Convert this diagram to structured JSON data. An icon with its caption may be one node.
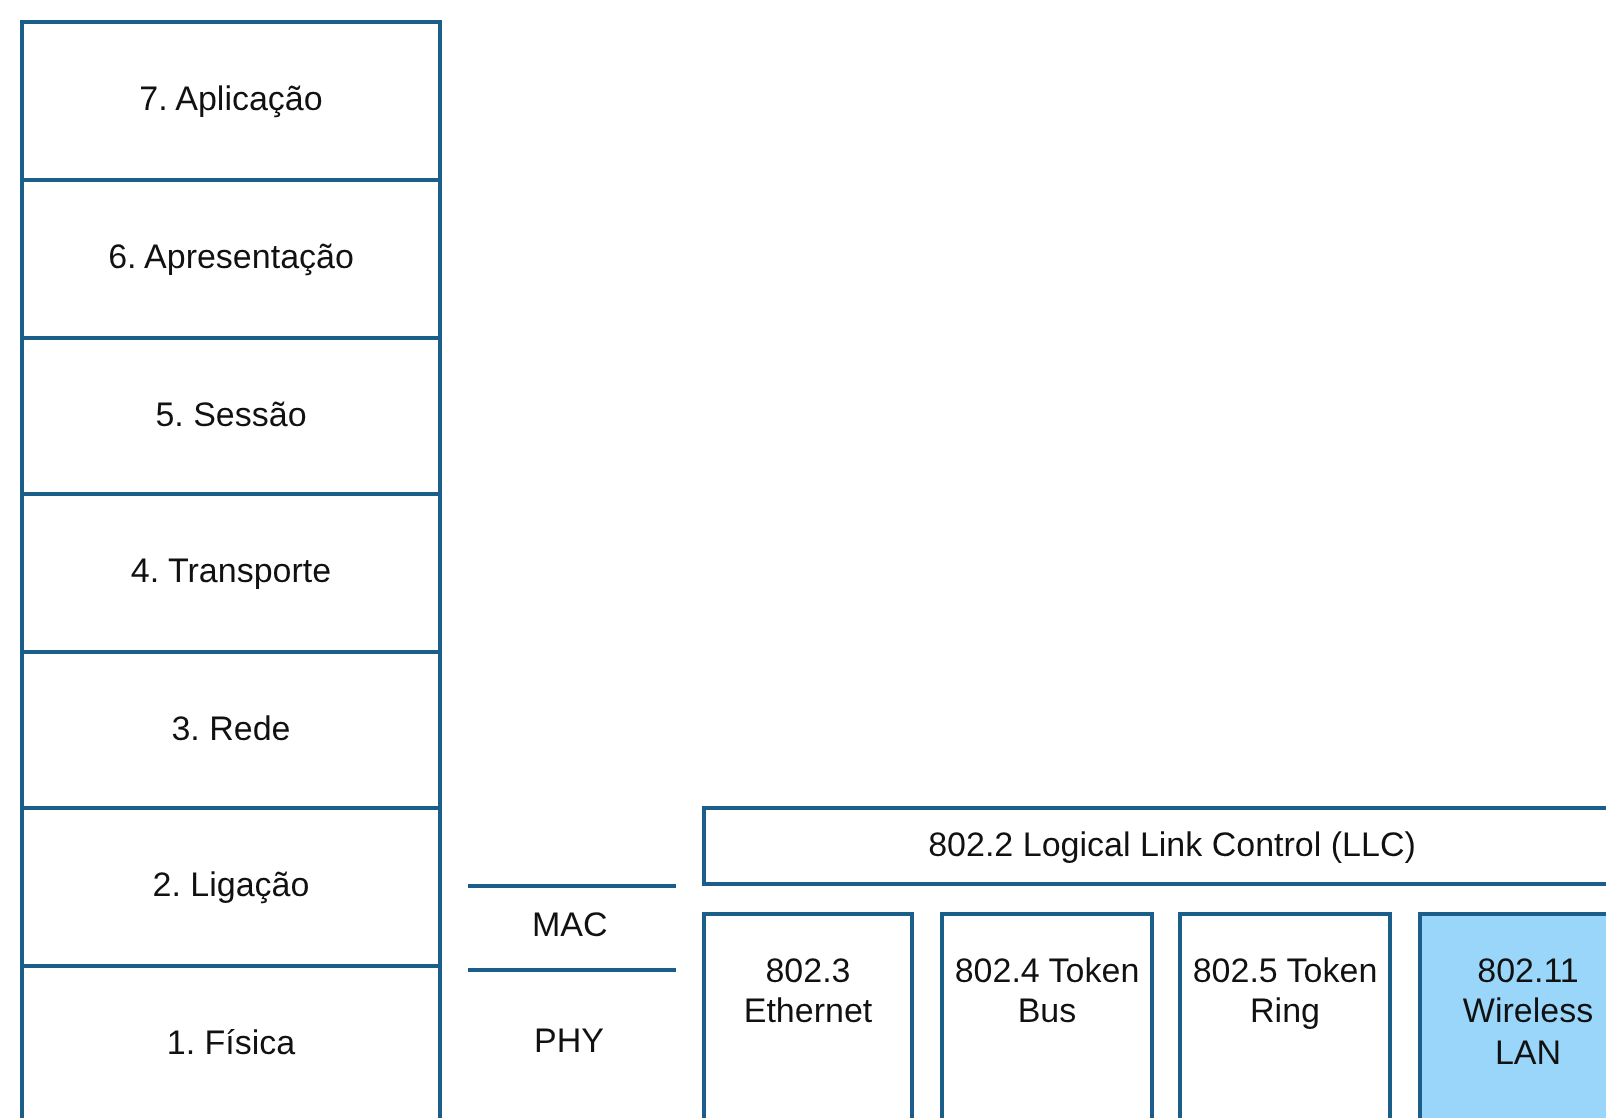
{
  "diagram": {
    "nodes": [
      {
        "text": [
          "7. Aplicação"
        ]
      },
      {
        "text": [
          "6. Apresentação"
        ]
      },
      {
        "text": [
          "5. Sessão"
        ]
      },
      {
        "text": [
          "4. Transporte"
        ]
      },
      {
        "text": [
          "3. Rede"
        ]
      },
      {
        "text": [
          "2. Ligação"
        ]
      },
      {
        "text": [
          "1. Física"
        ]
      },
      {
        "text": [
          "802.2 Logical Link Control (LLC)"
        ]
      },
      {
        "text": [
          "802.3 Ethernet"
        ]
      },
      {
        "text": [
          "802.4 Token Bus"
        ]
      },
      {
        "text": [
          "802.5 Token Ring"
        ]
      },
      {
        "text": [
          "802.11 Wireless LAN"
        ]
      }
    ],
    "edges": [],
    "labels": [
      "MAC",
      "PHY"
    ]
  }
}
